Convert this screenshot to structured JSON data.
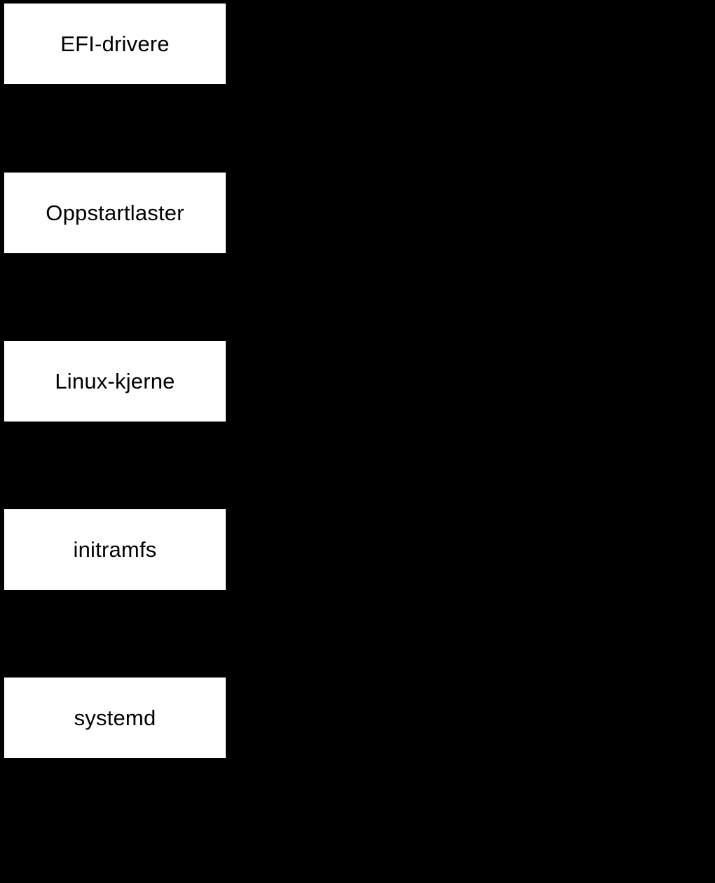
{
  "diagram": {
    "colors": {
      "background": "#000000",
      "node_fill": "#ffffff",
      "node_text": "#000000"
    },
    "nodes": [
      {
        "label": "EFI-drivere"
      },
      {
        "label": "Oppstartlaster"
      },
      {
        "label": "Linux-kjerne"
      },
      {
        "label": "initramfs"
      },
      {
        "label": "systemd"
      }
    ]
  }
}
